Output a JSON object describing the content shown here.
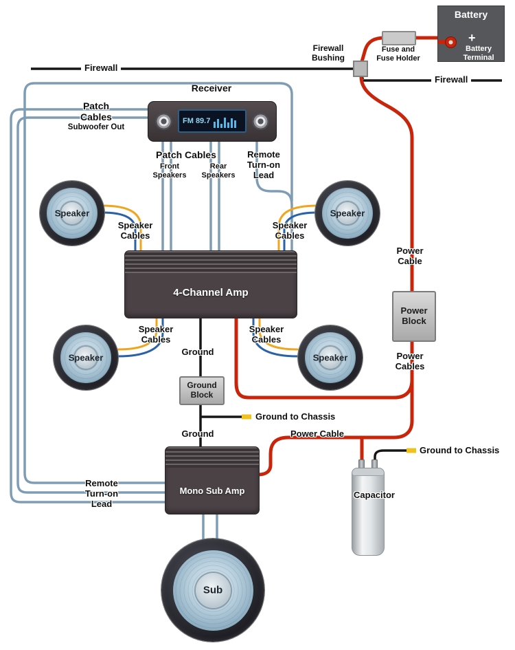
{
  "diagram": {
    "battery": {
      "title": "Battery",
      "plus": "+",
      "terminal": [
        "Battery",
        "Terminal"
      ]
    },
    "fuse_holder": [
      "Fuse and",
      "Fuse Holder"
    ],
    "firewall": {
      "left": "Firewall",
      "right": "Firewall",
      "bushing": [
        "Firewall",
        "Bushing"
      ]
    },
    "receiver": {
      "title": "Receiver",
      "display": "FM 89.7"
    },
    "patch_left": {
      "title": [
        "Patch",
        "Cables"
      ],
      "sub": "Subwoofer Out"
    },
    "patch_bottom": {
      "title": "Patch Cables",
      "front": [
        "Front",
        "Speakers"
      ],
      "rear": [
        "Rear",
        "Speakers"
      ]
    },
    "remote_top": [
      "Remote",
      "Turn-on",
      "Lead"
    ],
    "remote_left": [
      "Remote",
      "Turn-on",
      "Lead"
    ],
    "speaker_label": "Speaker",
    "speaker_cables": [
      "Speaker",
      "Cables"
    ],
    "amp4": "4-Channel Amp",
    "mono_amp": "Mono Sub Amp",
    "power_cable_right": [
      "Power",
      "Cable"
    ],
    "power_block": [
      "Power",
      "Block"
    ],
    "power_cables": [
      "Power",
      "Cables"
    ],
    "ground": "Ground",
    "ground_block": [
      "Ground",
      "Block"
    ],
    "ground_to_chassis": "Ground to Chassis",
    "power_cable_bottom": "Power Cable",
    "capacitor": "Capacitor",
    "sub": "Sub"
  },
  "colors": {
    "signal_wire": "#7E9DB5",
    "power_wire": "#C8250B",
    "speaker_yellow": "#F0A51E",
    "speaker_blue": "#2A62A8",
    "ground_wire": "#161616",
    "chassis_tip": "#EFC21D"
  }
}
